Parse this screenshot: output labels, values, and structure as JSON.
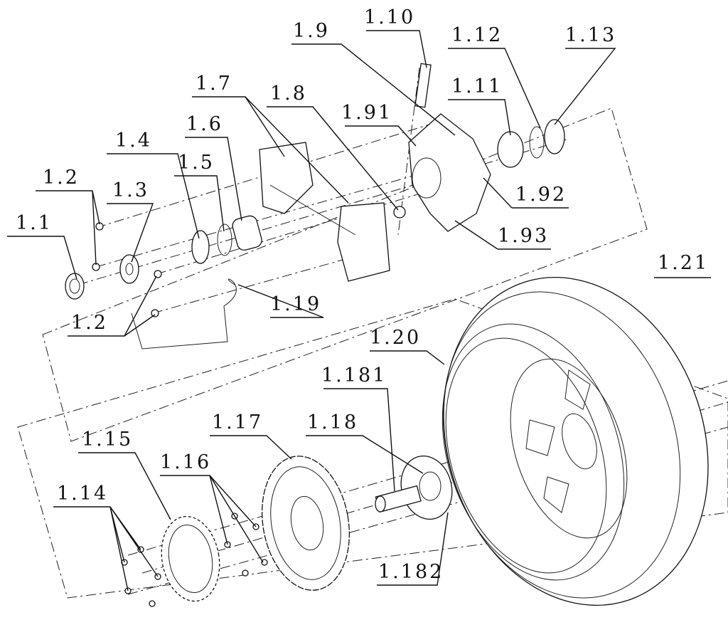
{
  "labels": {
    "p1_1": "1.1",
    "p1_2a": "1.2",
    "p1_2b": "1.2",
    "p1_3": "1.3",
    "p1_4": "1.4",
    "p1_5": "1.5",
    "p1_6": "1.6",
    "p1_7": "1.7",
    "p1_8": "1.8",
    "p1_9": "1.9",
    "p1_10": "1.10",
    "p1_11": "1.11",
    "p1_12": "1.12",
    "p1_13": "1.13",
    "p1_91": "1.91",
    "p1_92": "1.92",
    "p1_93": "1.93",
    "p1_14": "1.14",
    "p1_15": "1.15",
    "p1_16": "1.16",
    "p1_17": "1.17",
    "p1_18": "1.18",
    "p1_181": "1.181",
    "p1_182": "1.182",
    "p1_19": "1.19",
    "p1_20": "1.20",
    "p1_21": "1.21"
  }
}
